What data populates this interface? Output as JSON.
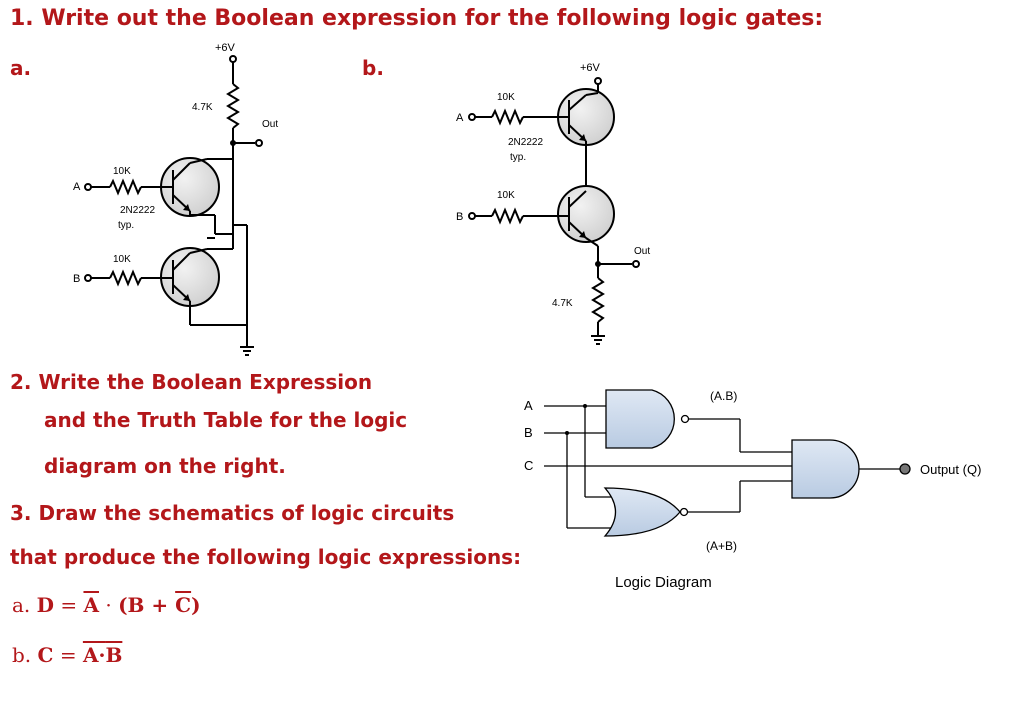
{
  "question1": {
    "title": "1. Write out the Boolean expression for the following logic gates:",
    "label_a": "a.",
    "label_b": "b."
  },
  "circuit_a": {
    "supply": "+6V",
    "resistor_top": "4.7K",
    "out": "Out",
    "input_a": "A",
    "input_b": "B",
    "res_a": "10K",
    "res_b": "10K",
    "transistor": "2N2222",
    "typ": "typ."
  },
  "circuit_b": {
    "supply": "+6V",
    "input_a": "A",
    "input_b": "B",
    "res_a": "10K",
    "res_b": "10K",
    "transistor": "2N2222",
    "typ": "typ.",
    "out": "Out",
    "resistor_bottom": "4.7K"
  },
  "question2": {
    "line1": "2. Write the Boolean Expression",
    "line2": "and the Truth Table for the logic",
    "line3": "diagram on the right."
  },
  "question3": {
    "line1": "3. Draw the schematics of logic circuits",
    "line2": "that produce the following logic expressions:"
  },
  "expressions": {
    "a": {
      "prefix": "a.",
      "lhs": "D",
      "eq": "=",
      "a_bar": "A",
      "dot": "·",
      "open": "(",
      "b": "B",
      "plus": "+",
      "c_bar": "C",
      "close": ")"
    },
    "b": {
      "prefix": "b.",
      "lhs": "C",
      "eq": "=",
      "a_bar": "A",
      "dot": "·",
      "b": "B"
    }
  },
  "logic_diagram": {
    "inputs": [
      "A",
      "B",
      "C"
    ],
    "nand_label": "(A.B)",
    "nor_label": "(A+B)",
    "output": "Output (Q)",
    "caption": "Logic Diagram"
  }
}
